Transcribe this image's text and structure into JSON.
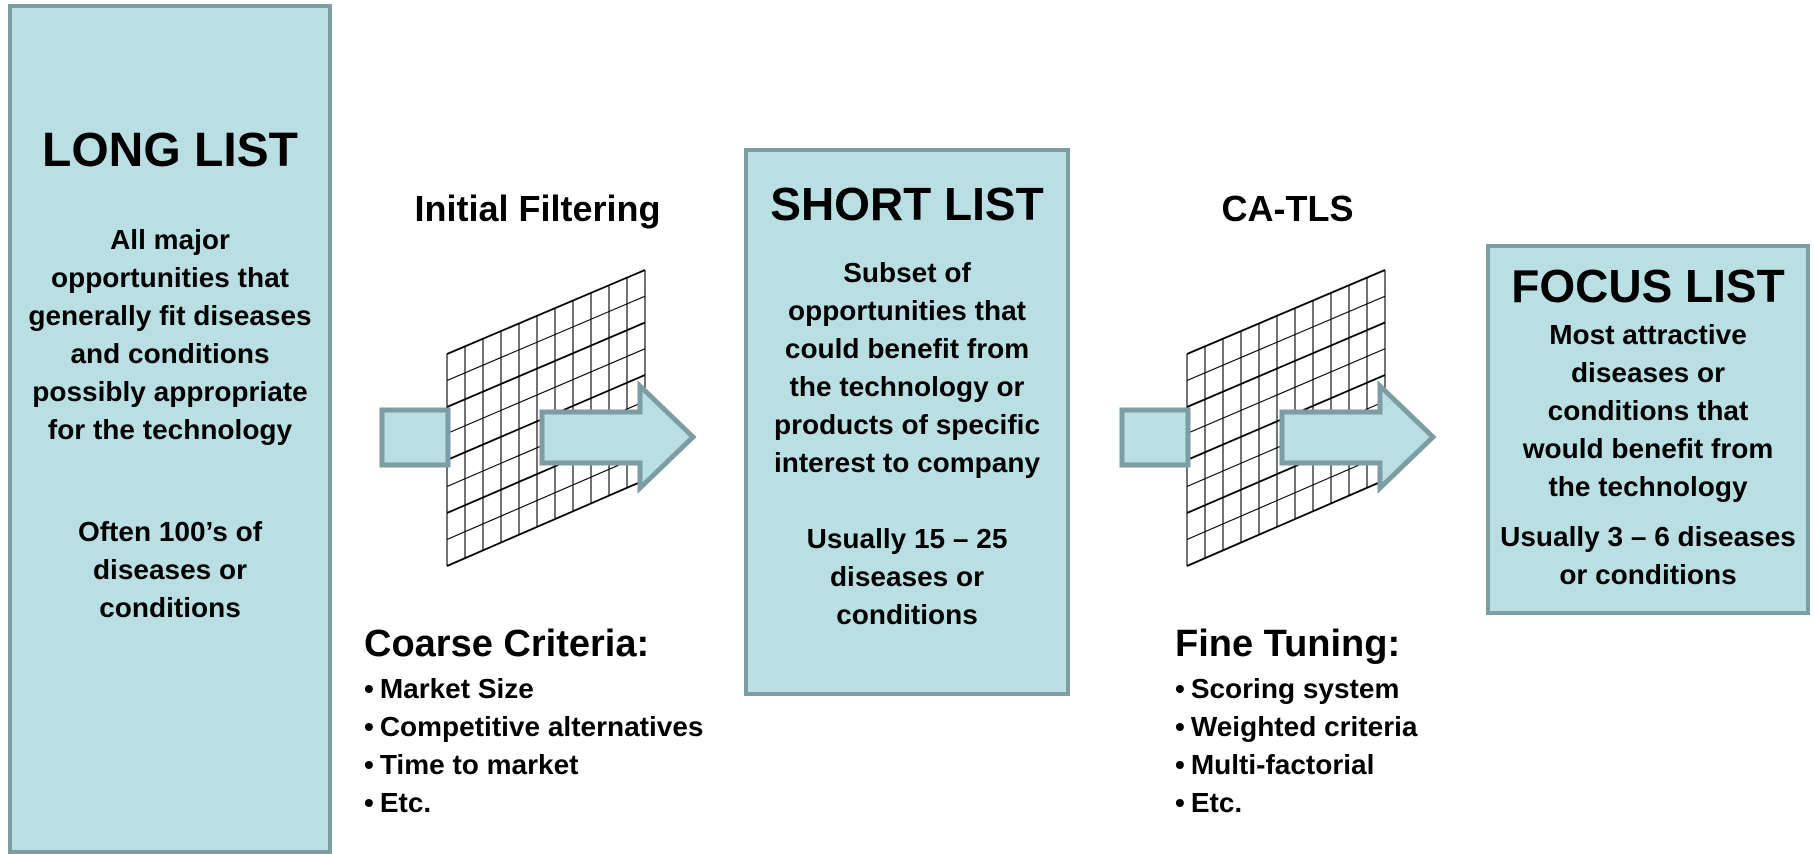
{
  "colors": {
    "box_fill": "#b9dfe3",
    "box_border": "#7c9ea2",
    "grid_line": "#000000"
  },
  "long_list": {
    "title": "LONG LIST",
    "description": [
      "All major",
      "opportunities that",
      "generally fit diseases",
      "and conditions",
      "possibly appropriate",
      "for the technology"
    ],
    "count": [
      "Often 100’s of",
      "diseases or",
      "conditions"
    ]
  },
  "initial_filtering": {
    "title": "Initial Filtering",
    "criteria_title": "Coarse Criteria:",
    "criteria": [
      "Market Size",
      "Competitive alternatives",
      "Time to market",
      "Etc."
    ]
  },
  "short_list": {
    "title": "SHORT LIST",
    "description": [
      "Subset of",
      "opportunities that",
      "could benefit from",
      "the technology or",
      "products of specific",
      "interest to company"
    ],
    "count": [
      "Usually 15 – 25",
      "diseases or",
      "conditions"
    ]
  },
  "ca_tls": {
    "title": "CA-TLS",
    "criteria_title": "Fine Tuning:",
    "criteria": [
      "Scoring system",
      "Weighted criteria",
      "Multi-factorial",
      "Etc."
    ]
  },
  "focus_list": {
    "title": "FOCUS LIST",
    "description": [
      "Most attractive",
      "diseases or",
      "conditions that",
      "would benefit from",
      "the technology"
    ],
    "count": [
      "Usually 3 – 6 diseases",
      "or conditions"
    ]
  }
}
